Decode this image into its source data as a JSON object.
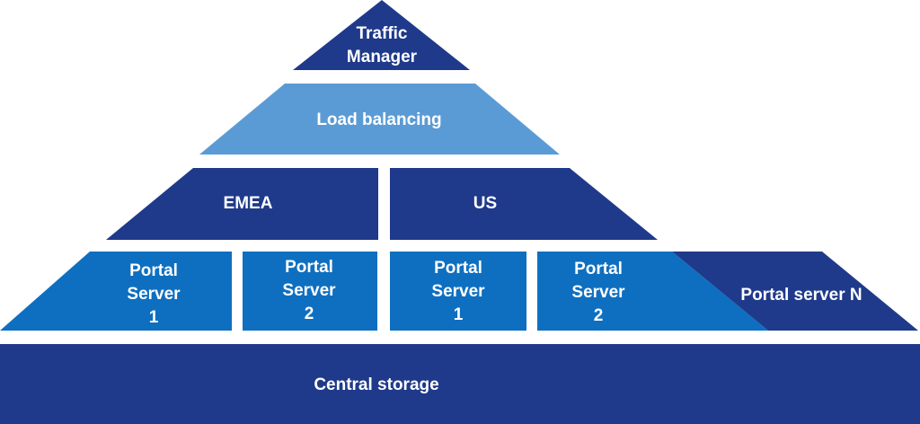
{
  "colors": {
    "dark_navy": "#1f3a8a",
    "light_blue": "#5b9bd5",
    "medium_blue": "#0e6fc0"
  },
  "tiers": {
    "traffic_manager": {
      "line1": "Traffic",
      "line2": "Manager"
    },
    "load_balancing": {
      "label": "Load balancing"
    },
    "regions": {
      "emea": "EMEA",
      "us": "US"
    },
    "portal_servers": [
      {
        "line1": "Portal",
        "line2": "Server",
        "line3": "1"
      },
      {
        "line1": "Portal",
        "line2": "Server",
        "line3": "2"
      },
      {
        "line1": "Portal",
        "line2": "Server",
        "line3": "1"
      },
      {
        "line1": "Portal",
        "line2": "Server",
        "line3": "2"
      }
    ],
    "portal_server_n": {
      "label": "Portal server N"
    },
    "central_storage": {
      "label": "Central storage"
    }
  }
}
